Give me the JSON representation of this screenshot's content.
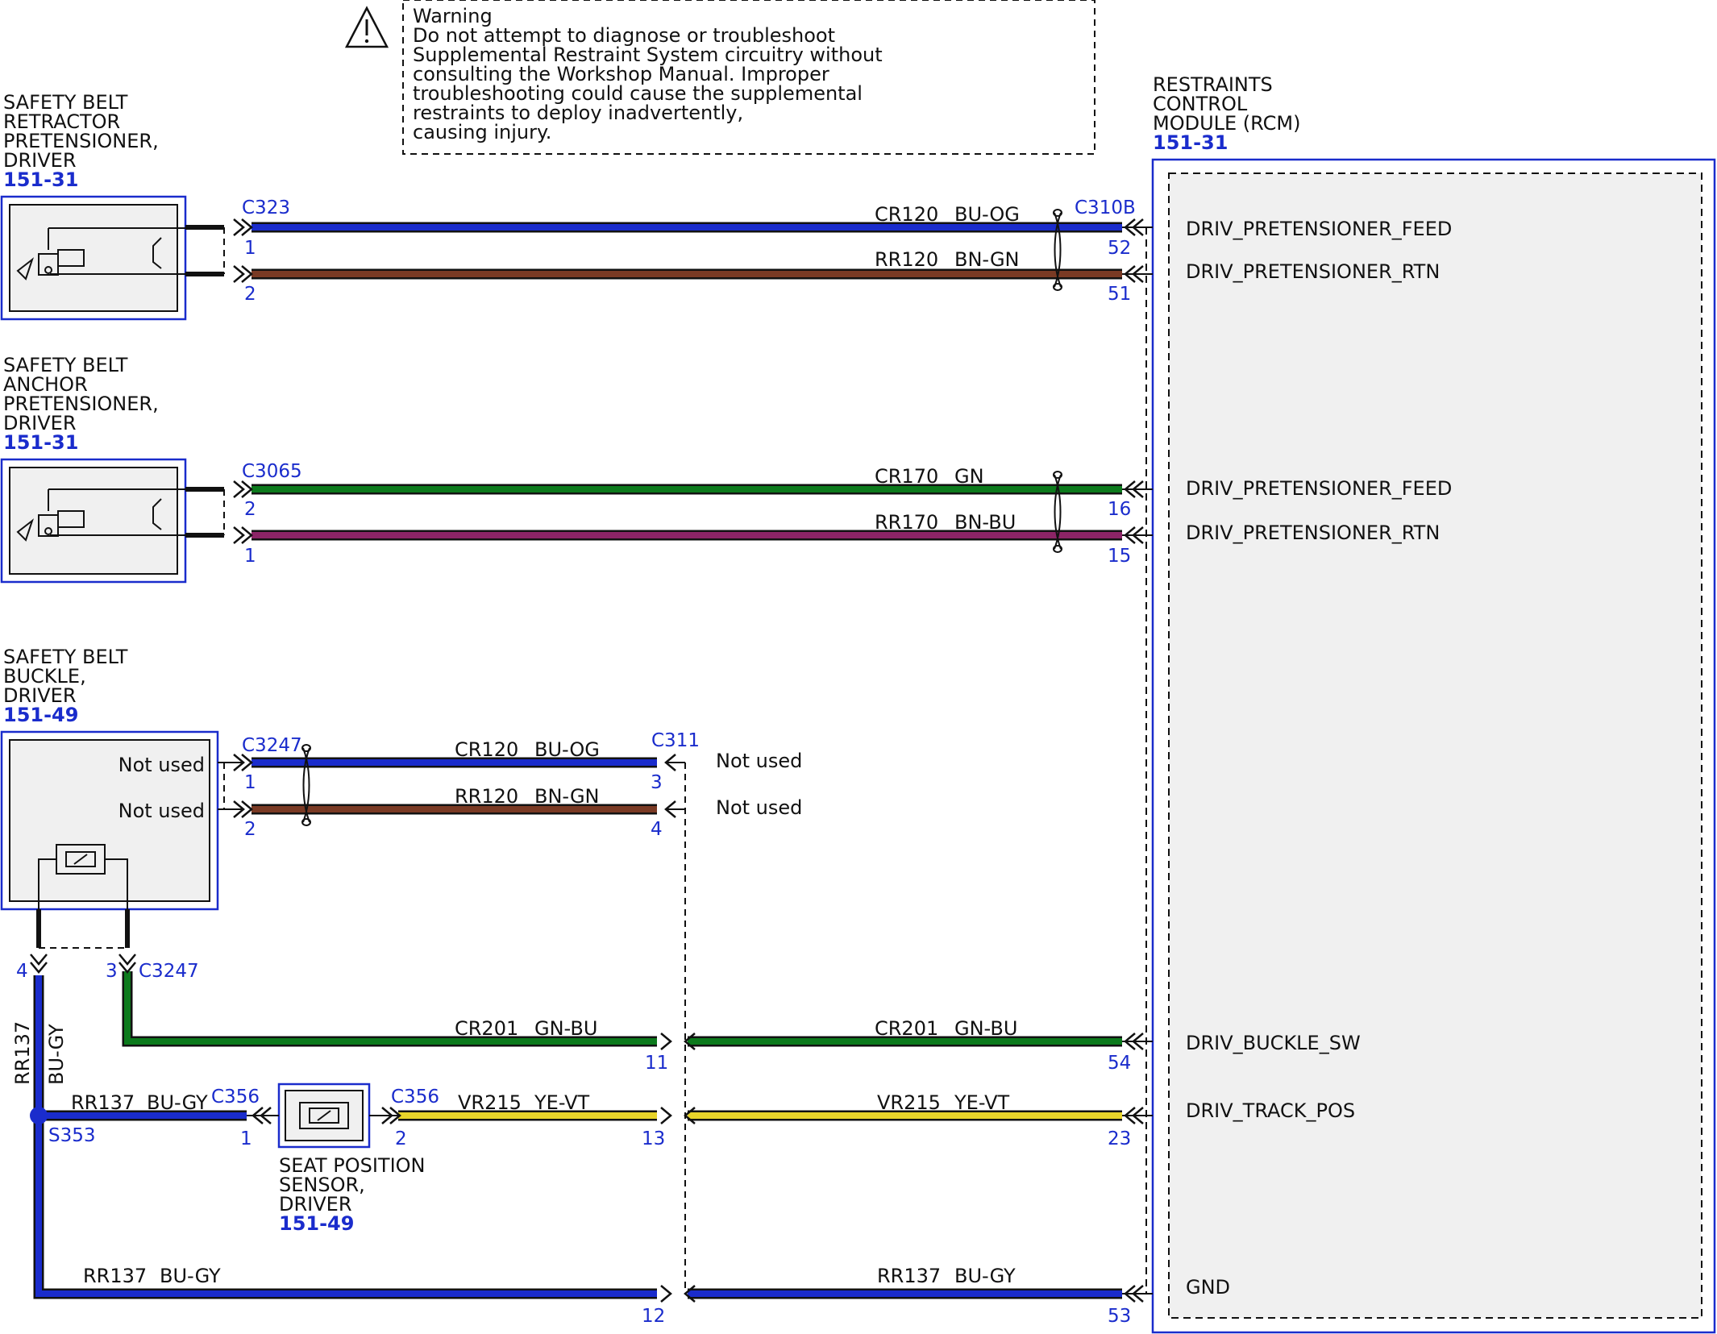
{
  "warning": {
    "title": "Warning",
    "lines": [
      "Do not attempt to diagnose or troubleshoot",
      "Supplemental Restraint System circuitry without",
      "consulting the Workshop Manual. Improper",
      "troubleshooting could cause the supplemental",
      "restraints to deploy inadvertently,",
      "causing injury."
    ]
  },
  "components": {
    "rcm": {
      "name_lines": [
        "RESTRAINTS",
        "CONTROL",
        "MODULE (RCM)"
      ],
      "ref": "151-31"
    },
    "retractor": {
      "name_lines": [
        "SAFETY BELT",
        "RETRACTOR",
        "PRETENSIONER,",
        "DRIVER"
      ],
      "ref": "151-31"
    },
    "anchor": {
      "name_lines": [
        "SAFETY BELT",
        "ANCHOR",
        "PRETENSIONER,",
        "DRIVER"
      ],
      "ref": "151-31"
    },
    "buckle": {
      "name_lines": [
        "SAFETY BELT",
        "BUCKLE,",
        "DRIVER"
      ],
      "ref": "151-49",
      "not_used": "Not used"
    },
    "seat_sensor": {
      "name_lines": [
        "SEAT POSITION",
        "SENSOR,",
        "DRIVER"
      ],
      "ref": "151-49"
    }
  },
  "connectors": {
    "c323": "C323",
    "c310b": "C310B",
    "c3065": "C3065",
    "c3247_top": "C3247",
    "c3247_bottom": "C3247",
    "c311": "C311",
    "c356_left": "C356",
    "c356_right": "C356",
    "splice": "S353"
  },
  "rcm_signals": {
    "s1": "DRIV_PRETENSIONER_FEED",
    "s2": "DRIV_PRETENSIONER_RTN",
    "s3": "DRIV_PRETENSIONER_FEED",
    "s4": "DRIV_PRETENSIONER_RTN",
    "s5": "DRIV_BUCKLE_SW",
    "s6": "DRIV_TRACK_POS",
    "s7": "GND"
  },
  "not_used": {
    "a": "Not used",
    "b": "Not used"
  },
  "wires": {
    "w1": {
      "circuit": "CR120",
      "color": "BU-OG"
    },
    "w2": {
      "circuit": "RR120",
      "color": "BN-GN"
    },
    "w3": {
      "circuit": "CR170",
      "color": "GN"
    },
    "w4": {
      "circuit": "RR170",
      "color": "BN-BU"
    },
    "w5": {
      "circuit": "CR120",
      "color": "BU-OG"
    },
    "w6": {
      "circuit": "RR120",
      "color": "BN-GN"
    },
    "w7": {
      "circuit": "CR201",
      "color": "GN-BU"
    },
    "w8": {
      "circuit": "CR201",
      "color": "GN-BU"
    },
    "w9": {
      "circuit": "VR215",
      "color": "YE-VT"
    },
    "w10": {
      "circuit": "VR215",
      "color": "YE-VT"
    },
    "w11": {
      "circuit": "RR137",
      "color": "BU-GY"
    },
    "w12": {
      "circuit": "RR137",
      "color": "BU-GY"
    },
    "w13": {
      "circuit": "RR137",
      "color": "BU-GY"
    }
  },
  "pins": {
    "p52": "52",
    "p51": "51",
    "p16": "16",
    "p15": "15",
    "p54": "54",
    "p23": "23",
    "p53": "53",
    "c323_1": "1",
    "c323_2": "2",
    "c3065_2": "2",
    "c3065_1": "1",
    "c3247_1": "1",
    "c3247_2": "2",
    "c3247_4": "4",
    "c3247_3": "3",
    "c311_3": "3",
    "c311_4": "4",
    "c311_11": "11",
    "c311_13": "13",
    "c311_12": "12",
    "c356_1": "1",
    "c356_2": "2"
  },
  "colors": {
    "blue": "#1a2ccc",
    "brown": "#7a3a24",
    "green": "#0c7a1c",
    "violet": "#8c2466",
    "yellow": "#e8d42a",
    "module_fill": "#f0f0f0"
  }
}
